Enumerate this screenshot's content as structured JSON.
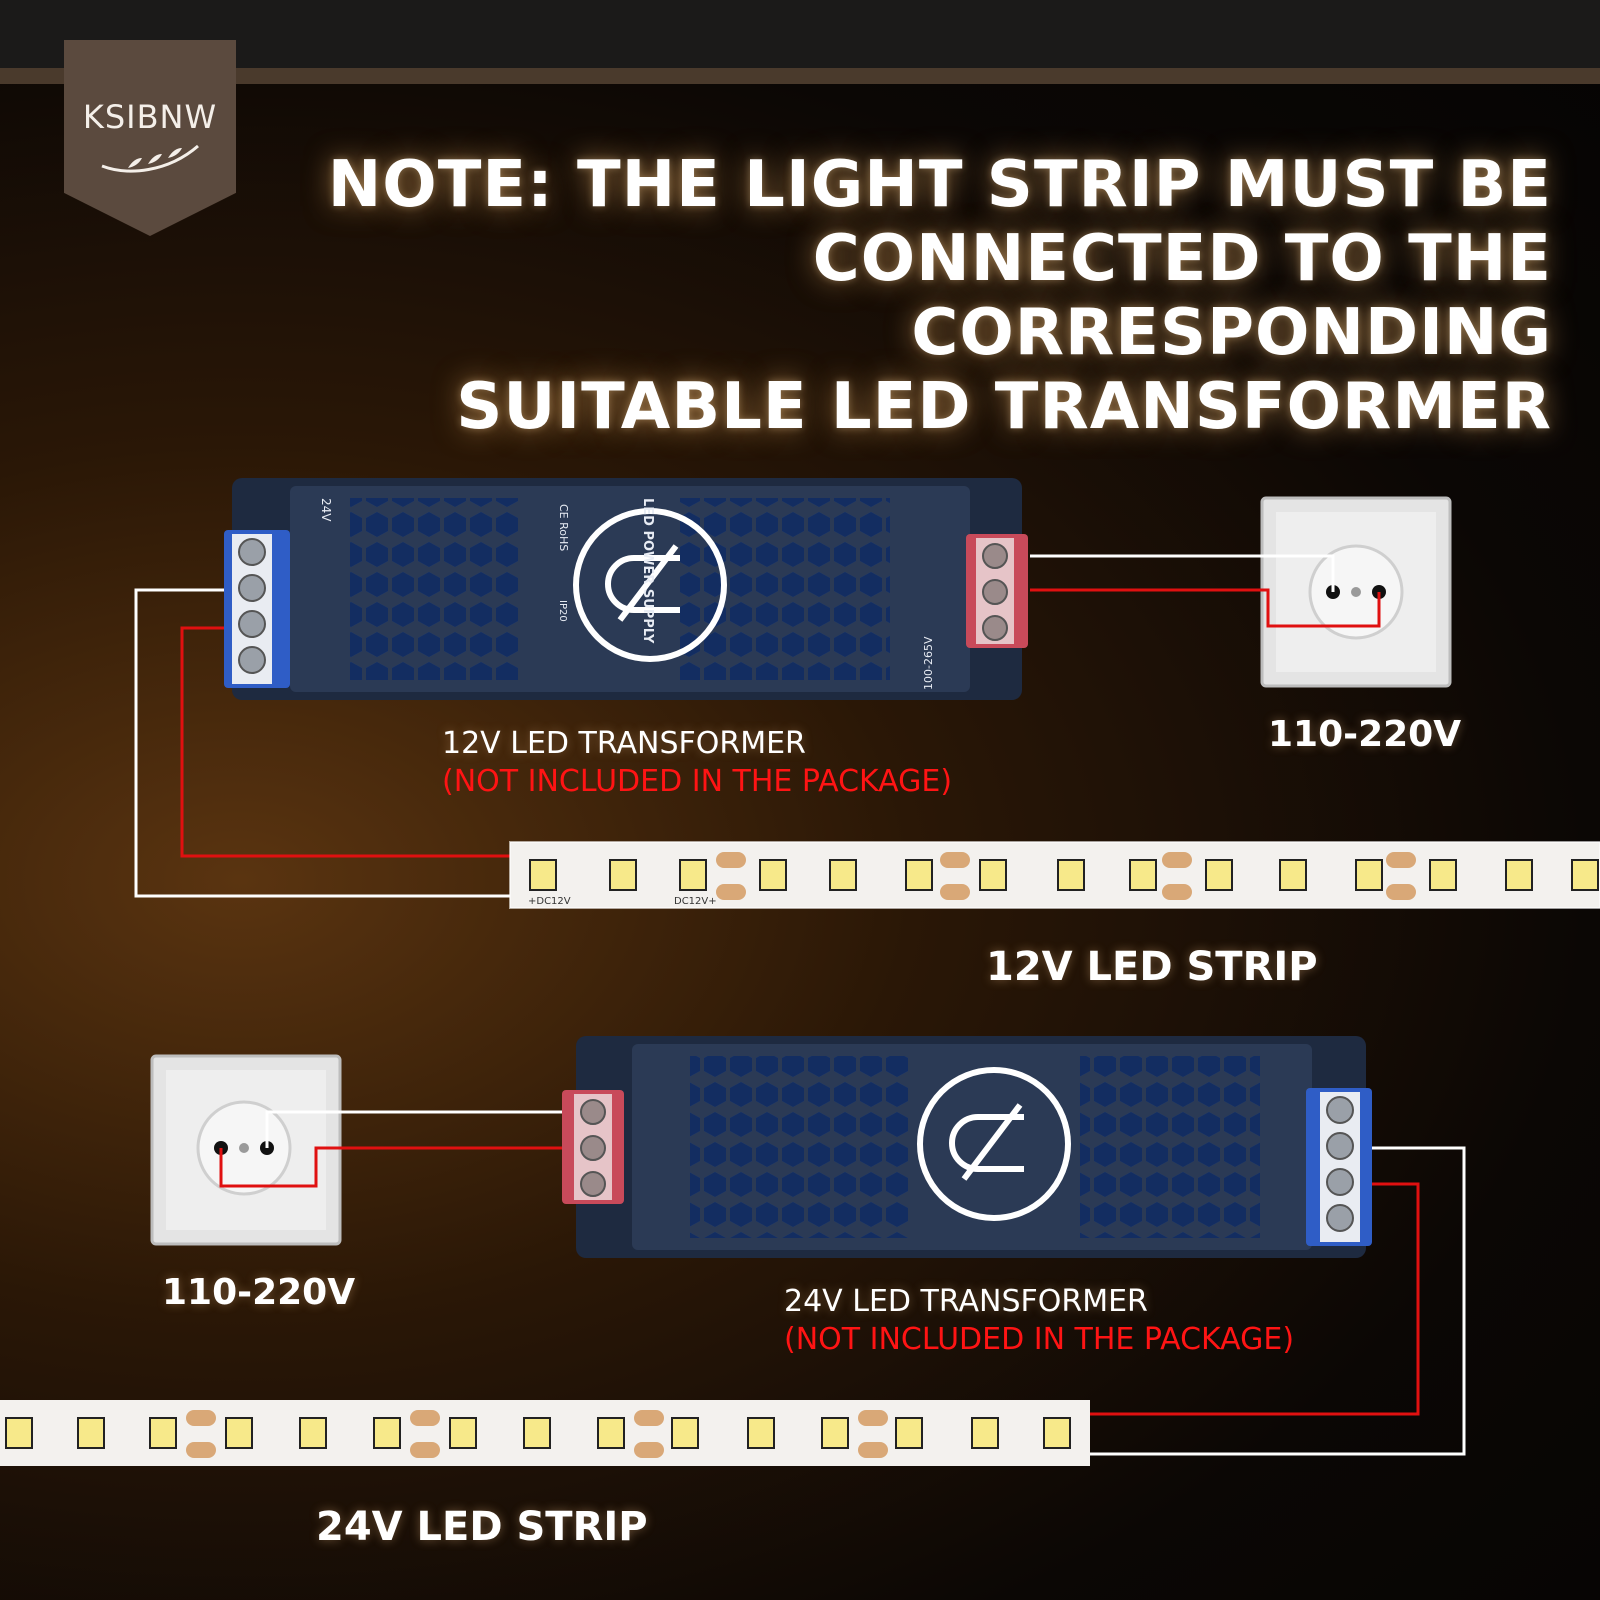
{
  "brand": {
    "name": "KSIBNW",
    "bg": "#5b4a3e"
  },
  "headline": {
    "lines": [
      "NOTE: THE LIGHT STRIP MUST BE",
      "CONNECTED TO THE CORRESPONDING",
      "SUITABLE LED TRANSFORMER"
    ]
  },
  "upper_diagram": {
    "transformer_label": "12V LED TRANSFORMER",
    "transformer_note": "(NOT INCLUDED IN THE PACKAGE)",
    "outlet_voltage": "110-220V",
    "strip_label": "12V LED STRIP"
  },
  "lower_diagram": {
    "transformer_label": "24V LED TRANSFORMER",
    "transformer_note": "(NOT INCLUDED IN THE PACKAGE)",
    "outlet_voltage": "110-220V",
    "strip_label": "24V LED STRIP"
  },
  "device_markings": {
    "output_voltage": "24V",
    "input_voltage": "100-265V",
    "title": "LED POWER SUPPLY",
    "cert": "CE RoHS",
    "rating": "IP20",
    "strip_marks": [
      "+DC12V",
      "DC12V+"
    ]
  },
  "colors": {
    "live_wire": "#e01010",
    "neutral_wire": "#ffffff",
    "note_red": "#ff1414",
    "transformer_body": "#2b3a55"
  }
}
